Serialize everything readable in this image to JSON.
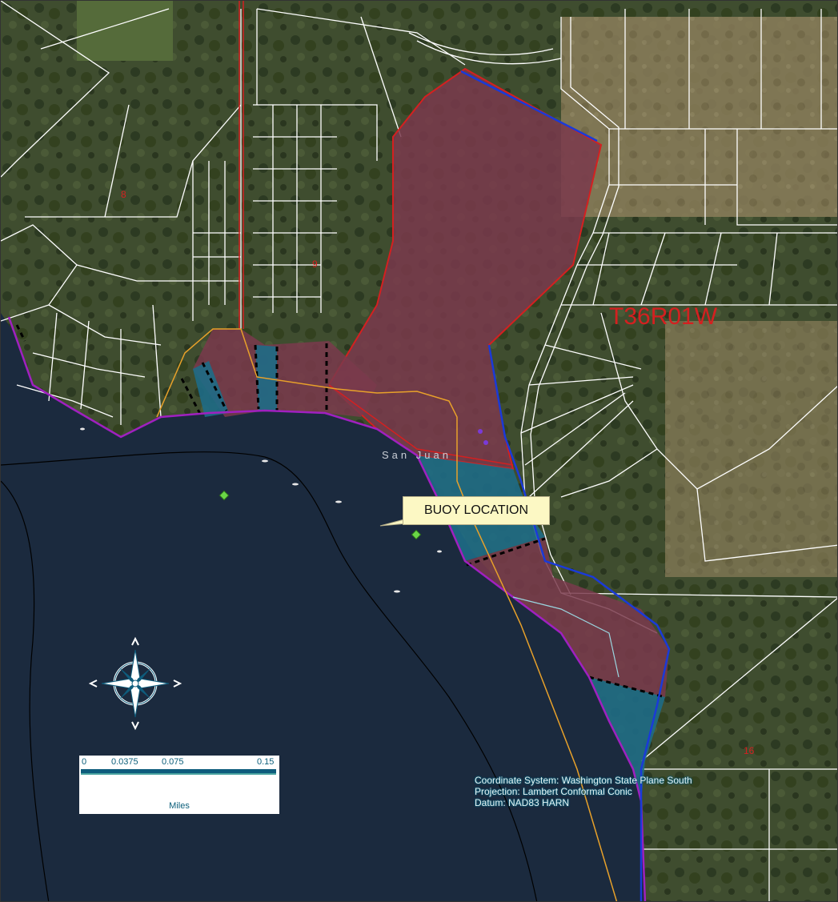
{
  "map": {
    "township_label": "T36R01W",
    "place_label": "San Juan",
    "section_labels": [
      "8",
      "9",
      "16"
    ],
    "buoy_callout": "BUOY LOCATION",
    "scale_bar": {
      "ticks": [
        "0",
        "0.0375",
        "0.075",
        "0.15"
      ],
      "units": "Miles"
    },
    "coordinate_info": {
      "system": "Coordinate System: Washington State Plane South",
      "projection": "Projection: Lambert Conformal Conic",
      "datum": "Datum: NAD83 HARN"
    },
    "icons": {
      "north_arrow": "compass-rose-icon",
      "buoy": "green-diamond-marker"
    },
    "colors": {
      "water": "#1b2a3e",
      "land": "#3d4a2e",
      "parcel_lines": "#ffffff",
      "maroon_zone": "#7a3a4c",
      "teal_zone": "#1e6b86",
      "red_boundary": "#d42020",
      "purple_shoreline": "#a020c0",
      "orange_line": "#e8a12a",
      "buoy_marker": "#6ad646",
      "callout_fill": "#fcf8c4"
    }
  }
}
